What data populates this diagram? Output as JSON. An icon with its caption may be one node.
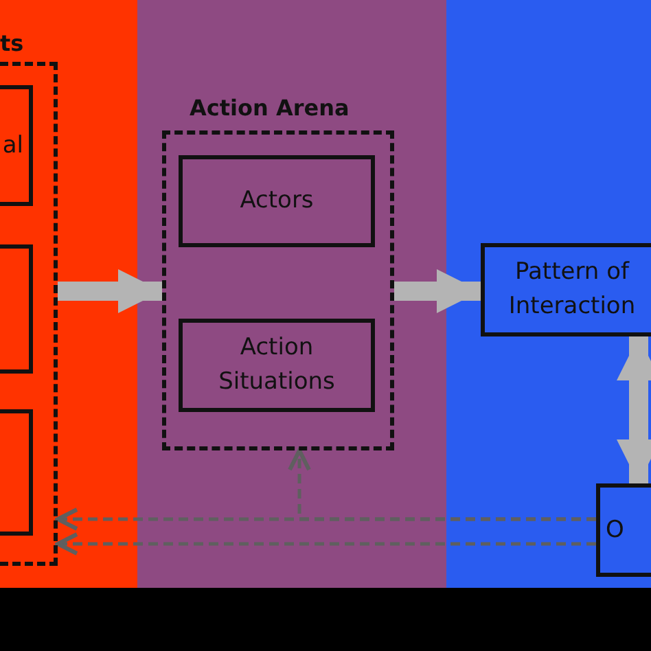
{
  "diagram": {
    "nodes": [
      {
        "text": [
          "ts"
        ]
      },
      {
        "text": [
          "al"
        ],
        "in": 0
      },
      {
        "text": [],
        "shape": "box",
        "in": 0
      },
      {
        "text": [],
        "shape": "box",
        "in": 0
      },
      {
        "text": [
          "Action Arena"
        ]
      },
      {
        "text": [
          "Actors"
        ],
        "in": 4
      },
      {
        "text": [
          "Action Situations"
        ],
        "in": 4
      },
      {
        "text": [
          "Pattern of Interaction"
        ]
      },
      {
        "text": [
          "O"
        ]
      }
    ],
    "edges": [
      {
        "from": 0,
        "to": 4,
        "arrow": "to",
        "style": "thick"
      },
      {
        "from": 4,
        "to": 7,
        "arrow": "to",
        "style": "thick"
      },
      {
        "from": 7,
        "to": 8,
        "arrow": "both",
        "style": "thick"
      },
      {
        "from": 8,
        "to": 0,
        "arrow": "to",
        "style": "dashed",
        "color": "#5f5f5f"
      },
      {
        "from": 8,
        "to": 4,
        "arrow": "to",
        "style": "dashed",
        "color": "#5f5f5f"
      },
      {
        "from": 8,
        "to": 0,
        "arrow": "to",
        "style": "dashed",
        "color": "#5f5f5f"
      }
    ]
  }
}
